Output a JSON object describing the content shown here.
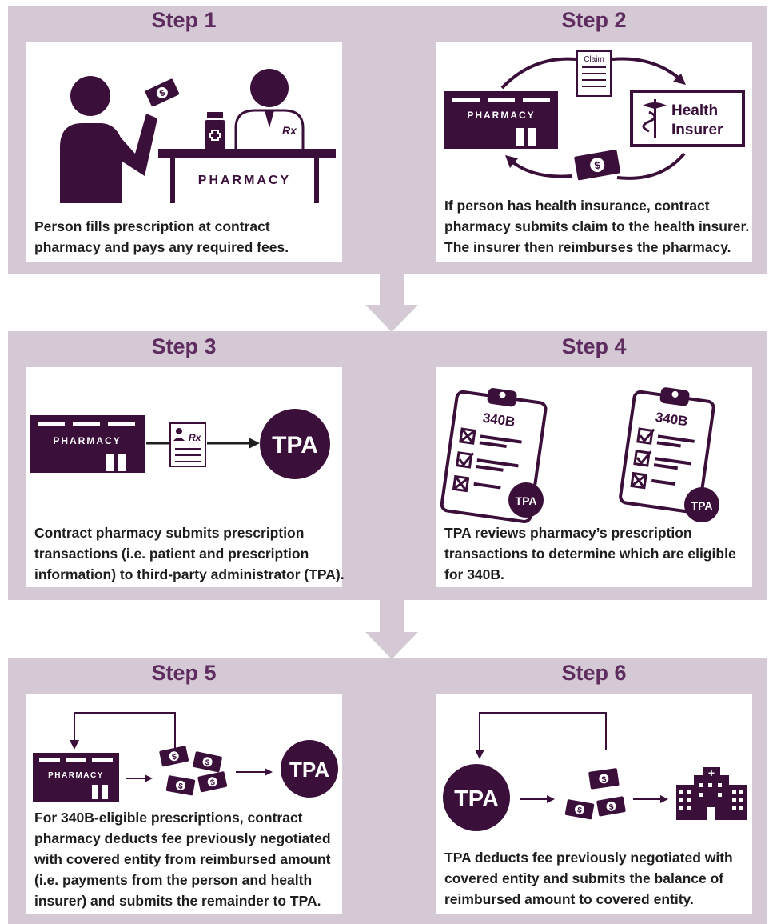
{
  "colors": {
    "band": "#d5c9d5",
    "purple": "#3a0f3a",
    "title": "#5e2c5e",
    "text": "#1e1e1e"
  },
  "steps": [
    {
      "title": "Step 1",
      "lines": [
        "Person fills prescription at contract",
        "pharmacy and pays any required fees."
      ]
    },
    {
      "title": "Step 2",
      "lines": [
        "If person has health insurance, contract",
        "pharmacy submits claim to the health insurer.",
        "The insurer then reimburses the pharmacy."
      ]
    },
    {
      "title": "Step 3",
      "lines": [
        "Contract pharmacy submits prescription",
        "transactions (i.e. patient and prescription",
        "information) to third-party administrator (TPA)."
      ]
    },
    {
      "title": "Step 4",
      "lines": [
        "TPA reviews pharmacy’s prescription",
        "transactions to determine which are eligible",
        "for 340B."
      ]
    },
    {
      "title": "Step 5",
      "lines": [
        "For 340B-eligible prescriptions, contract",
        "pharmacy deducts fee previously negotiated",
        "with covered entity from reimbursed amount",
        "(i.e. payments from the person and health",
        "insurer) and submits the remainder to TPA."
      ]
    },
    {
      "title": "Step 6",
      "lines": [
        "TPA deducts fee previously negotiated with",
        "covered entity and submits the balance of",
        "reimbursed amount to covered entity."
      ]
    }
  ],
  "labels": {
    "pharmacy": "PHARMACY",
    "rx": "Rx",
    "claim": "Claim",
    "health": "Health",
    "insurer": "Insurer",
    "tpa": "TPA",
    "form_340b": "340B",
    "dollar": "$",
    "cross": "+"
  },
  "icons": [
    "person-icon",
    "pharmacist-icon",
    "pill-bottle-icon",
    "money-icon",
    "pharmacy-storefront-icon",
    "claim-document-icon",
    "caduceus-icon",
    "prescription-document-icon",
    "tpa-badge-icon",
    "clipboard-icon",
    "hospital-icon",
    "arrow-icon"
  ]
}
